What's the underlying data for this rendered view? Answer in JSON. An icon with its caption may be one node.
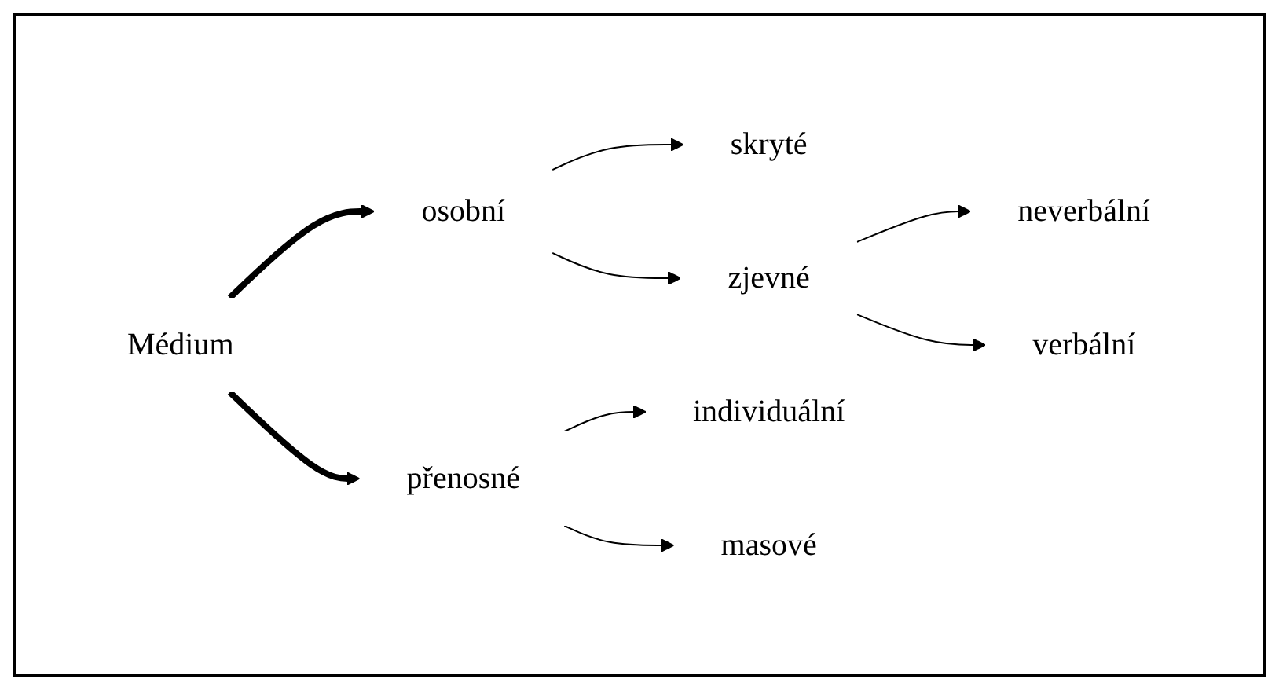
{
  "diagram": {
    "nodes": [
      {
        "text": [
          "Médium"
        ]
      },
      {
        "text": [
          "osobní"
        ]
      },
      {
        "text": [
          "přenosné"
        ]
      },
      {
        "text": [
          "skryté"
        ]
      },
      {
        "text": [
          "zjevné"
        ]
      },
      {
        "text": [
          "neverbální"
        ]
      },
      {
        "text": [
          "verbální"
        ]
      },
      {
        "text": [
          "individuální"
        ]
      },
      {
        "text": [
          "masové"
        ]
      }
    ],
    "edges": [
      {
        "from": 0,
        "to": 1,
        "arrow": "to",
        "style": "thick"
      },
      {
        "from": 0,
        "to": 2,
        "arrow": "to",
        "style": "thick"
      },
      {
        "from": 1,
        "to": 3,
        "arrow": "to"
      },
      {
        "from": 1,
        "to": 4,
        "arrow": "to"
      },
      {
        "from": 4,
        "to": 5,
        "arrow": "to"
      },
      {
        "from": 4,
        "to": 6,
        "arrow": "to"
      },
      {
        "from": 2,
        "to": 7,
        "arrow": "to"
      },
      {
        "from": 2,
        "to": 8,
        "arrow": "to"
      }
    ]
  }
}
